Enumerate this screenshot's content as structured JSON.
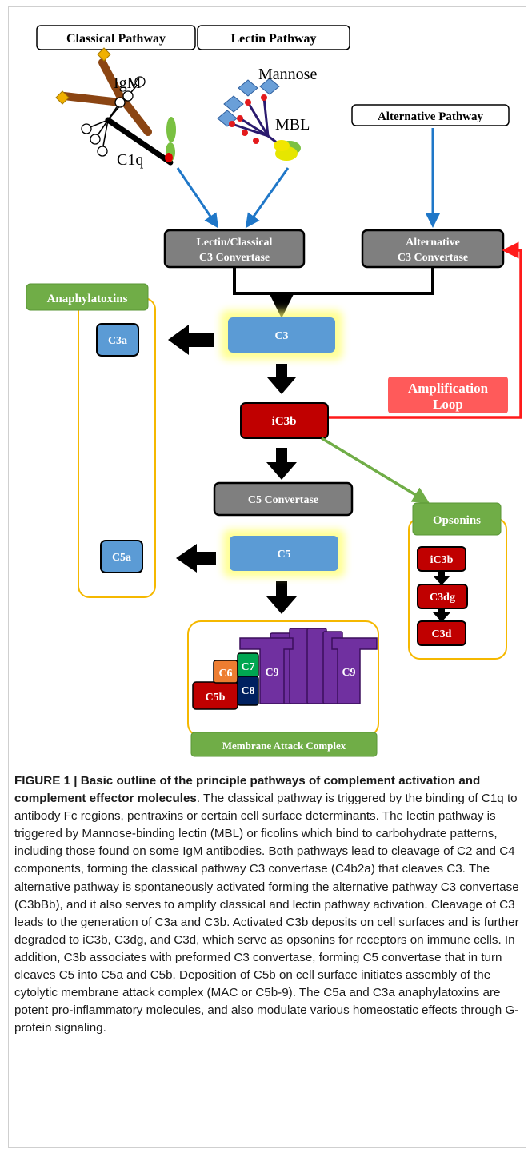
{
  "pathways": {
    "classical": "Classical Pathway",
    "lectin": "Lectin Pathway",
    "alternative": "Alternative Pathway"
  },
  "molecules": {
    "igm": "IgM",
    "mannose": "Mannose",
    "mbl": "MBL",
    "c1q": "C1q"
  },
  "convertases": {
    "lectin_classical_line1": "Lectin/Classical",
    "lectin_classical_line2": "C3 Convertase",
    "alternative_line1": "Alternative",
    "alternative_line2": "C3 Convertase",
    "c5": "C5 Convertase"
  },
  "components": {
    "c3": "C3",
    "c3a": "C3a",
    "ic3b": "iC3b",
    "c5": "C5",
    "c5a": "C5a"
  },
  "groups": {
    "anaphylatoxins": "Anaphylatoxins",
    "opsonins": "Opsonins",
    "mac": "Membrane Attack Complex"
  },
  "amplification": {
    "line1": "Amplification",
    "line2": "Loop"
  },
  "opsonin_list": [
    "iC3b",
    "C3dg",
    "C3d"
  ],
  "mac_parts": {
    "c5b": "C5b",
    "c6": "C6",
    "c7": "C7",
    "c8": "C8",
    "c9": "C9"
  },
  "colors": {
    "blue_box": "#5b9bd5",
    "red_box": "#c00000",
    "gray_box": "#7f7f7f",
    "green_label": "#70ad47",
    "gold_outline": "#f5b800",
    "amplification": "#ff5a5a",
    "arrow_blue": "#1f77c8",
    "purple": "#7030a0",
    "orange": "#ed7d31",
    "green_c7": "#00a651",
    "navy_c8": "#002060"
  },
  "caption": {
    "title": "FIGURE 1 | Basic outline of the principle pathways of complement activation and complement effector molecules",
    "body": ". The classical pathway is triggered by the binding of C1q to antibody Fc regions, pentraxins or certain cell surface determinants. The lectin pathway is triggered by Mannose-binding lectin (MBL) or ficolins which bind to carbohydrate patterns, including those found on some IgM antibodies. Both pathways lead to cleavage of C2 and C4 components, forming the classical pathway C3 convertase (C4b2a) that cleaves C3. The alternative pathway is spontaneously activated forming the alternative pathway C3 convertase (C3bBb), and it also serves to amplify classical and lectin pathway activation. Cleavage of C3 leads to the generation of C3a and C3b. Activated C3b deposits on cell surfaces and is further degraded to iC3b, C3dg, and C3d, which serve as opsonins for receptors on immune cells. In addition, C3b associates with preformed C3 convertase, forming C5 convertase that in turn cleaves C5 into C5a and C5b. Deposition of C5b on cell surface initiates assembly of the cytolytic membrane attack complex (MAC or C5b-9). The C5a and C3a anaphylatoxins are potent pro-inflammatory molecules, and also modulate various homeostatic effects through G-protein signaling."
  }
}
